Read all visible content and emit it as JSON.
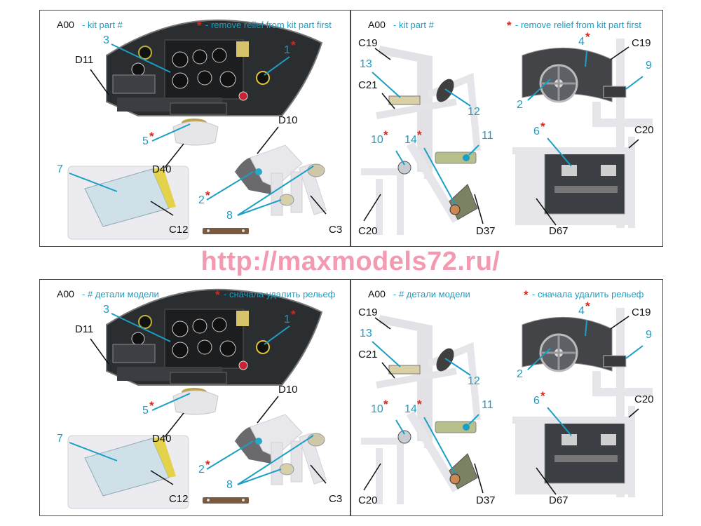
{
  "url": "http://maxmodels72.ru/",
  "colors": {
    "callout": "#1b9fc4",
    "asterisk": "#e2231a",
    "url": "#f39ab0",
    "border": "#4a4a4a"
  },
  "legend_en": {
    "code": "A00",
    "kit_part": "- kit part #",
    "asterisk": "*",
    "remove_relief": "- remove relief from kit part first"
  },
  "legend_ru": {
    "code": "A00",
    "kit_part": "- # детали модели",
    "asterisk": "*",
    "remove_relief": "- сначала удалить рельеф"
  },
  "left_labels": {
    "d11": "D11",
    "d10": "D10",
    "d40": "D40",
    "c12": "C12",
    "c3": "C3",
    "n3": "3",
    "n1": "1",
    "n5": "5",
    "n7": "7",
    "n2": "2",
    "n8": "8"
  },
  "right_labels": {
    "c19a": "C19",
    "c19b": "C19",
    "c21": "C21",
    "c20a": "C20",
    "c20b": "C20",
    "d37": "D37",
    "d67": "D67",
    "n13": "13",
    "n12": "12",
    "n4": "4",
    "n9": "9",
    "n2": "2",
    "n10": "10",
    "n14": "14",
    "n11": "11",
    "n6": "6"
  },
  "star": "*"
}
